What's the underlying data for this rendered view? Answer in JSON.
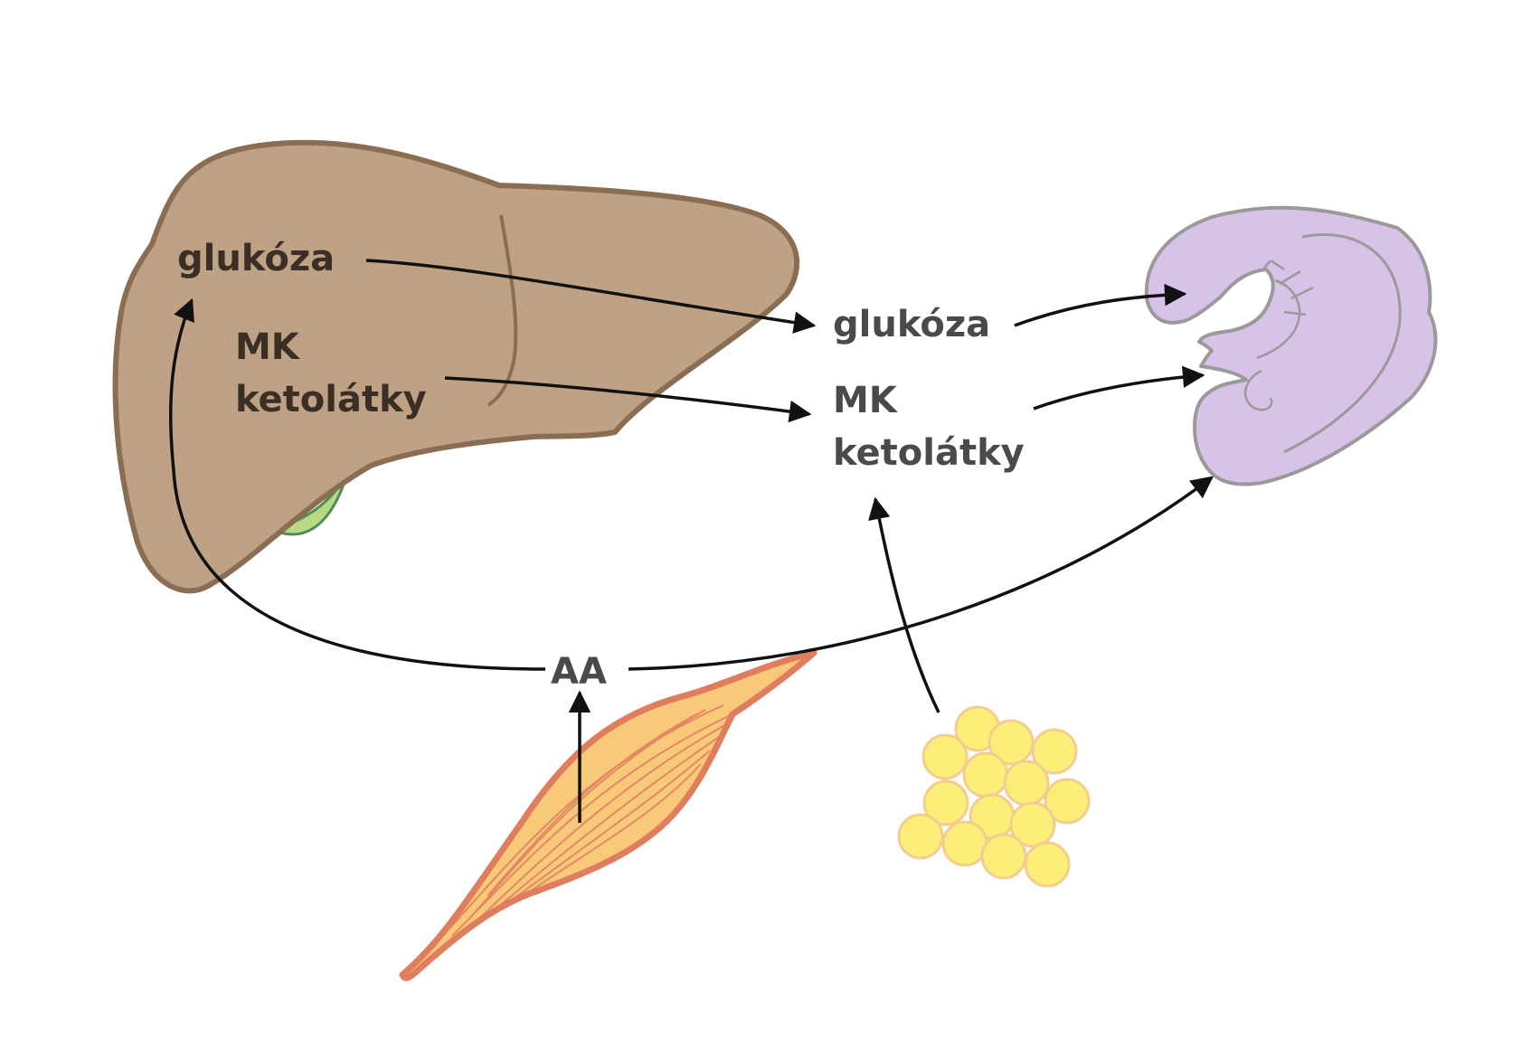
{
  "liver": {
    "glucose": "glukóza",
    "mk": "MK",
    "ketones": "ketolátky"
  },
  "blood": {
    "glucose": "glukóza",
    "mk": "MK",
    "ketones": "ketolátky"
  },
  "amino_acids": "AA",
  "colors": {
    "liver_fill": "#bfa185",
    "liver_stroke": "#8a6e53",
    "gallbladder_fill": "#b6d981",
    "gallbladder_stroke": "#4f8a5b",
    "embryo_fill": "#d8c2e8",
    "embryo_stroke": "#9a9a9a",
    "muscle_fill": "#f9c97a",
    "muscle_stroke": "#df7d5f",
    "fat_fill": "#fbef7a",
    "fat_stroke": "#f4cc8f",
    "arrow": "#111111"
  },
  "icons": [
    "liver-icon",
    "gallbladder-icon",
    "embryo-icon",
    "muscle-icon",
    "fat-cells-icon"
  ]
}
